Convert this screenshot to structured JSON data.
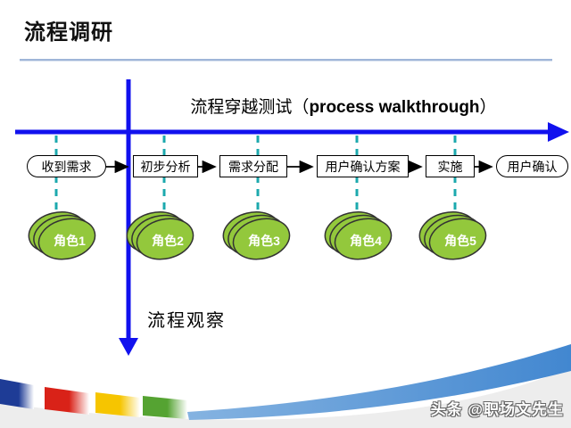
{
  "slide": {
    "title": "流程调研",
    "watermark": "头条 @职场文先生"
  },
  "axes": {
    "horizontal_label_zh": "流程穿越测试（",
    "horizontal_label_en": "process walkthrough",
    "horizontal_label_close": "）",
    "vertical_label": "流程观察"
  },
  "flow": {
    "steps": [
      {
        "label": "收到需求",
        "shape": "stadium"
      },
      {
        "label": "初步分析",
        "shape": "rect"
      },
      {
        "label": "需求分配",
        "shape": "rect"
      },
      {
        "label": "用户确认方案",
        "shape": "rect"
      },
      {
        "label": "实施",
        "shape": "rect"
      },
      {
        "label": "用户确认",
        "shape": "stadium"
      }
    ]
  },
  "roles": [
    "角色1",
    "角色2",
    "角色3",
    "角色4",
    "角色5"
  ],
  "colors": {
    "axis_blue": "#1111ee",
    "dash_teal": "#1ca9ae",
    "role_green": "#93c83c",
    "role_stroke": "#333333",
    "separator_blue": "#9fb6d8",
    "bar_navy": "#1e3c96",
    "bar_red": "#d92218",
    "bar_yellow": "#f6c500",
    "bar_green": "#55a332",
    "swoosh_light": "#85b3e1",
    "swoosh_deep": "#4287d0",
    "footer_gray": "#ededed"
  }
}
